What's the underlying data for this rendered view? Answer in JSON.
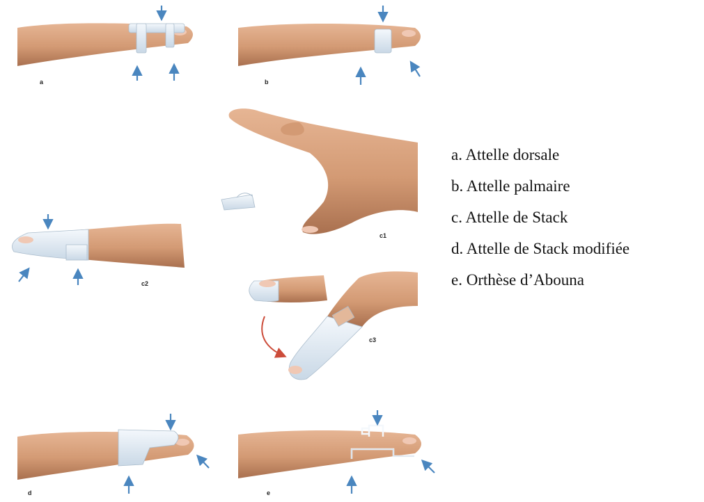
{
  "figure": {
    "panels": [
      {
        "id": "a",
        "caption": "a"
      },
      {
        "id": "b",
        "caption": "b"
      },
      {
        "id": "c1",
        "caption": "c1"
      },
      {
        "id": "c2",
        "caption": "c2"
      },
      {
        "id": "c3",
        "caption": "c3"
      },
      {
        "id": "d",
        "caption": "d"
      },
      {
        "id": "e",
        "caption": "e"
      }
    ]
  },
  "legend": {
    "items": [
      {
        "label": "a.  Attelle dorsale"
      },
      {
        "label": "b.  Attelle palmaire"
      },
      {
        "label": "c.  Attelle de Stack"
      },
      {
        "label": "d.  Attelle de Stack modifiée"
      },
      {
        "label": "e.  Orthèse d’Abouna"
      }
    ]
  },
  "colors": {
    "skin": "#d9a27c",
    "skin_shadow": "#b8805e",
    "nail": "#f0c8b4",
    "splint": "#dde8f2",
    "splint_edge": "#aabccc",
    "arrow": "#4a86bf",
    "bend_arrow": "#cc4c3a"
  }
}
